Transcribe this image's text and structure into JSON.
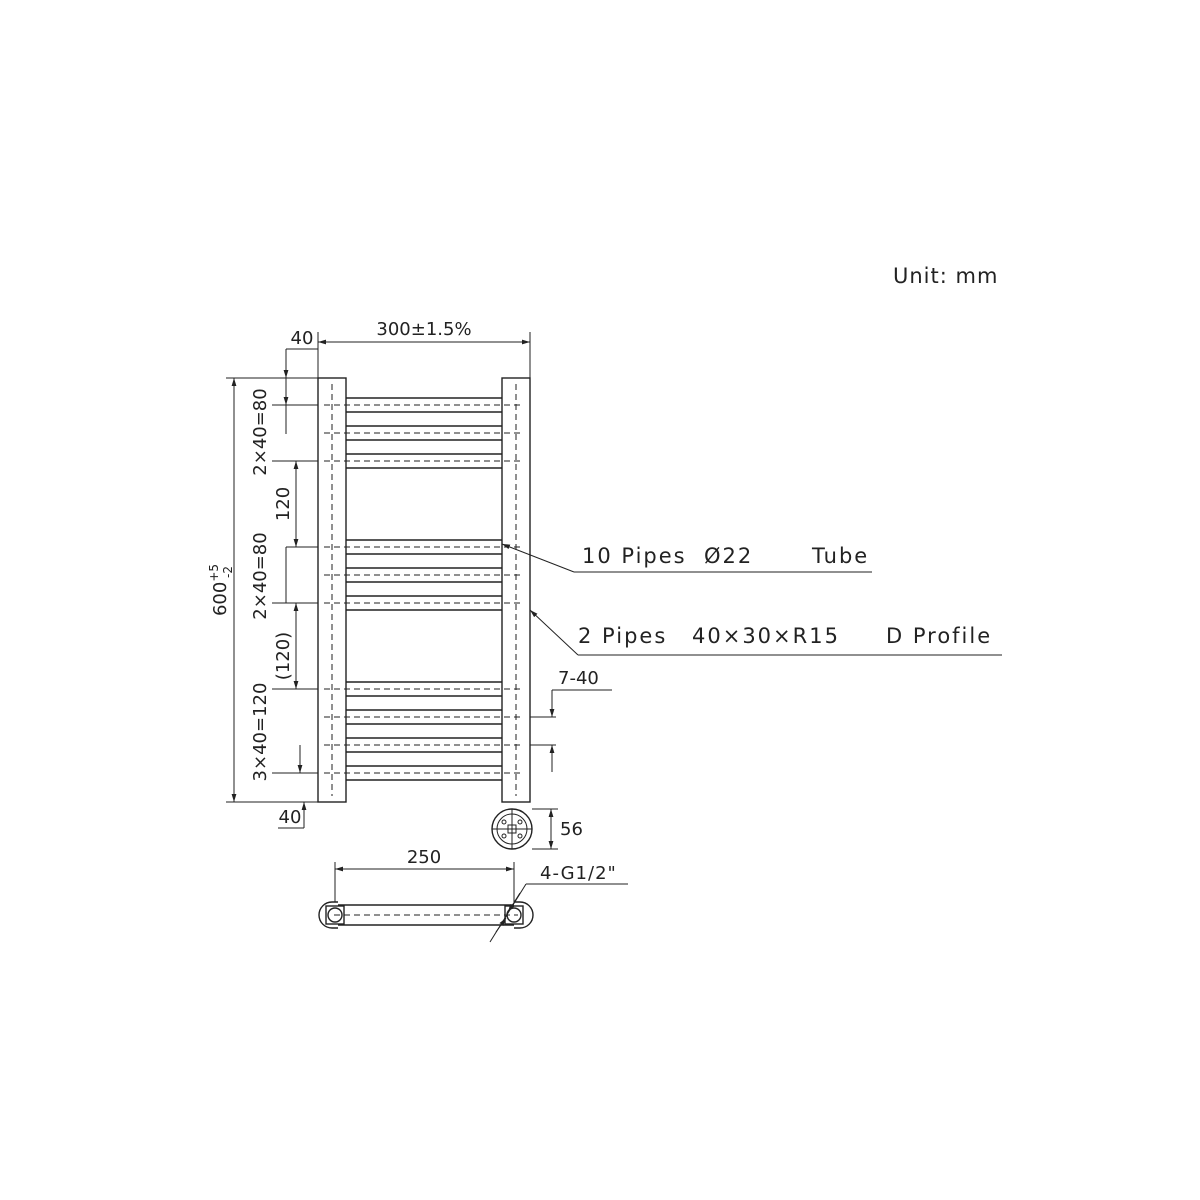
{
  "unit_label": "Unit: mm",
  "dimensions": {
    "side_offset": "40",
    "width": "300±1.5%",
    "height_main": "600",
    "height_tol_upper": "+5",
    "height_tol_lower": "-2",
    "top_group": "2×40=80",
    "top_gap": "120",
    "mid_group": "2×40=80",
    "mid_gap": "(120)",
    "bottom_group": "3×40=120",
    "bottom_offset": "40",
    "valve_spacing": "7-40",
    "depth": "56",
    "plan_width": "250",
    "connection": "4-G1/2\""
  },
  "callouts": {
    "tube_qty": "10 Pipes",
    "tube_size": "Ø22",
    "tube_type": "Tube",
    "profile_qty": "2 Pipes",
    "profile_size": "40×30×R15",
    "profile_type": "D Profile"
  }
}
